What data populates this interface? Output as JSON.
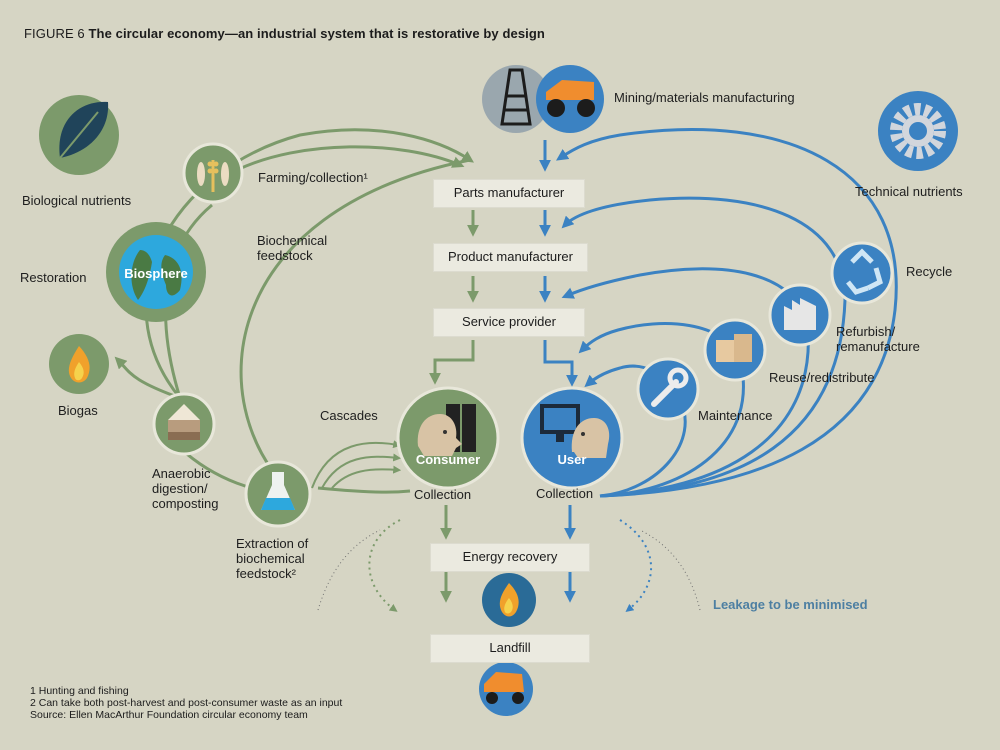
{
  "figure": {
    "prefix": "FIGURE 6",
    "title": "The circular economy—an industrial system that is restorative by design"
  },
  "biological": {
    "heading": "Biological nutrients",
    "restoration": "Restoration",
    "biosphere": "Biosphere",
    "biogas": "Biogas",
    "farming": "Farming/collection¹",
    "biochemical_feedstock": [
      "Biochemical",
      "feedstock"
    ],
    "anaerobic": [
      "Anaerobic",
      "digestion/",
      "composting"
    ],
    "extraction": [
      "Extraction of",
      "biochemical",
      "feedstock²"
    ],
    "cascades": "Cascades",
    "consumer": "Consumer",
    "collection_left": "Collection"
  },
  "technical": {
    "heading": "Technical nutrients",
    "mining": "Mining/materials manufacturing",
    "recycle": "Recycle",
    "refurbish": [
      "Refurbish/",
      "remanufacture"
    ],
    "reuse": "Reuse/redistribute",
    "maintenance": "Maintenance",
    "user": "User",
    "collection_right": "Collection"
  },
  "center": {
    "parts_manufacturer": "Parts manufacturer",
    "product_manufacturer": "Product manufacturer",
    "service_provider": "Service provider",
    "energy_recovery": "Energy recovery",
    "landfill": "Landfill",
    "leakage": "Leakage to be minimised"
  },
  "footnotes": [
    "1 Hunting and fishing",
    "2 Can take both post-harvest and post-consumer waste as an input",
    "Source: Ellen MacArthur Foundation circular economy team"
  ],
  "colors": {
    "background": "#d6d5c4",
    "biological": "#7c9a6b",
    "technical": "#3b82c2",
    "box": "#ebeae0",
    "leakage_text": "#4d7fa2"
  }
}
